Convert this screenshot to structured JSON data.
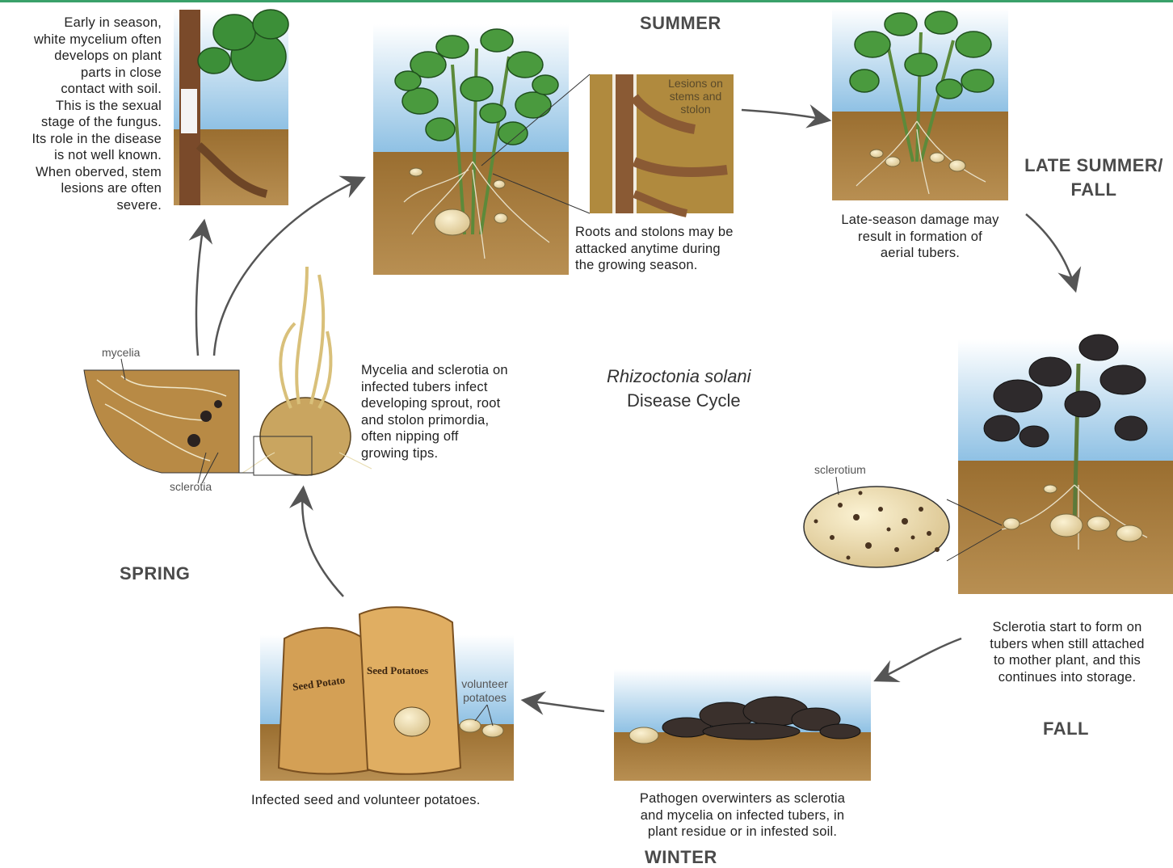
{
  "title": {
    "line1": "Rhizoctonia solani",
    "line2": "Disease Cycle"
  },
  "seasons": {
    "summer": "SUMMER",
    "late_summer": "LATE SUMMER/",
    "late_fall": "FALL",
    "fall": "FALL",
    "winter": "WINTER",
    "spring": "SPRING"
  },
  "captions": {
    "early_season": [
      "Early in season,",
      "white mycelium often",
      "develops on plant",
      "parts in close",
      "contact with soil.",
      "This is the sexual",
      "stage of the fungus.",
      "Its role in the disease",
      "is not well known.",
      "When oberved, stem",
      "lesions are often",
      "severe."
    ],
    "roots_stolons": [
      "Roots and stolons may be",
      "attacked anytime during",
      "the growing season."
    ],
    "late_season": [
      "Late-season damage may",
      "result in formation of",
      "aerial tubers."
    ],
    "mycelia_sclerotia": [
      "Mycelia and sclerotia on",
      "infected tubers infect",
      "developing sprout, root",
      "and stolon primordia,",
      "often nipping off",
      "growing tips."
    ],
    "sclerotia_form": [
      "Sclerotia start to form on",
      "tubers when still attached",
      "to mother plant, and this",
      "continues into storage."
    ],
    "overwinter": [
      "Pathogen overwinters as sclerotia",
      "and mycelia on infected tubers, in",
      "plant residue or in infested soil."
    ],
    "infected_seed": "Infected seed and volunteer potatoes."
  },
  "labels": {
    "lesions": [
      "Lesions on",
      "stems and",
      "stolon"
    ],
    "mycelia": "mycelia",
    "sclerotia": "sclerotia",
    "sclerotium": "sclerotium",
    "volunteer": [
      "volunteer",
      "potatoes"
    ],
    "bag1": "Seed Potato",
    "bag2": "Seed Potatoes"
  },
  "colors": {
    "sky": "#9cc8e6",
    "soil": "#a57a3c",
    "leaf": "#3f8f3a",
    "arrow": "#555555",
    "accent_bar": "#3aa16a"
  }
}
